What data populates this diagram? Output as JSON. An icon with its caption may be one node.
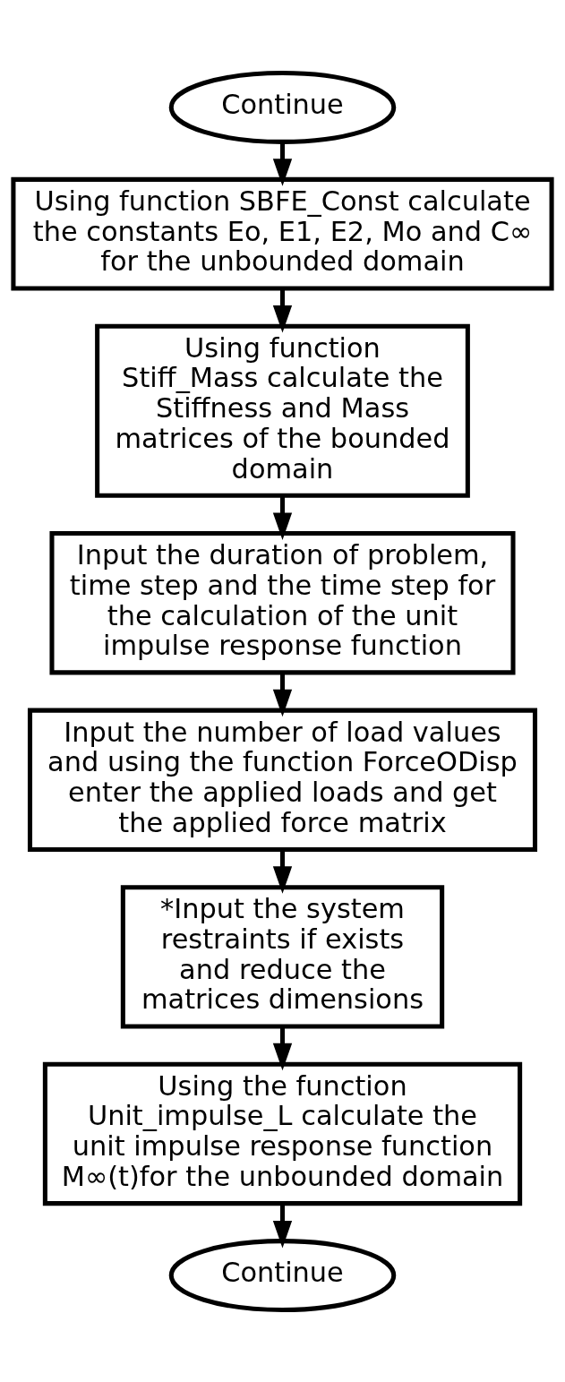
{
  "diagram": {
    "nodes": [
      {
        "text": [
          "Continue"
        ]
      },
      {
        "text": [
          "Using function SBFE_Const calculate the constants Eo, E1, E2, Mo and C∞ for the unbounded domain"
        ]
      },
      {
        "text": [
          "Using function Stiff_Mass calculate the Stiffness and Mass matrices of the bounded domain"
        ]
      },
      {
        "text": [
          "Input the duration of problem, time step and the time step for the calculation of the unit impulse response function"
        ]
      },
      {
        "text": [
          "Input the number of load values and using the function ForceODisp enter the applied loads and get the applied force matrix"
        ]
      },
      {
        "text": [
          "*Input the system restraints if exists and reduce the matrices dimensions"
        ]
      },
      {
        "text": [
          "Using the function Unit_impulse_L calculate the unit impulse response function M∞(t)for the unbounded domain"
        ]
      },
      {
        "text": [
          "Continue"
        ]
      }
    ],
    "edges": [
      {
        "from": 0,
        "to": 1,
        "arrow": "to"
      },
      {
        "from": 1,
        "to": 2,
        "arrow": "to"
      },
      {
        "from": 2,
        "to": 3,
        "arrow": "to"
      },
      {
        "from": 3,
        "to": 4,
        "arrow": "to"
      },
      {
        "from": 4,
        "to": 5,
        "arrow": "to"
      },
      {
        "from": 5,
        "to": 6,
        "arrow": "to"
      },
      {
        "from": 6,
        "to": 7,
        "arrow": "to"
      }
    ]
  }
}
